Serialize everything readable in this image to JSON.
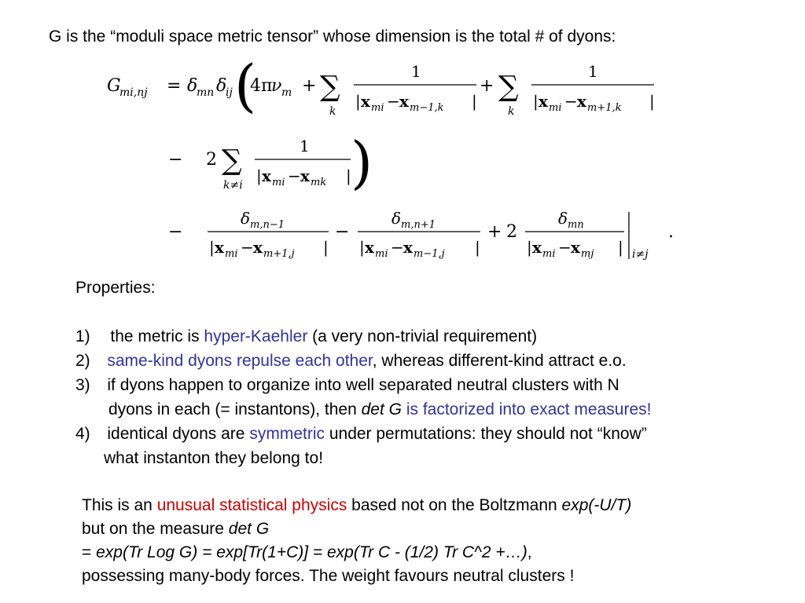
{
  "title": "G is the “moduli space metric tensor” whose dimension is the total  #  of dyons:",
  "properties_heading": "Properties:",
  "properties": [
    {
      "number": "1)",
      "pre": "the metric is ",
      "highlight": "hyper-Kaehler",
      "post": " (a very non-trivial requirement)"
    },
    {
      "number": "2)",
      "pre": "",
      "highlight": "same-kind dyons repulse each other",
      "post": ", whereas different-kind attract e.o."
    },
    {
      "number": "3)",
      "pre": "if dyons happen to organize into well separated neutral clusters with N",
      "line2_pre": "dyons in each (= instantons),  then ",
      "line2_italic": "det G",
      "line2_highlight": " is factorized into exact measures!"
    },
    {
      "number": "4)",
      "pre": "identical dyons are ",
      "highlight": "symmetric",
      "post": " under permutations: they should not “know”",
      "line2": "what instanton they belong to!"
    }
  ],
  "closing": {
    "l1_pre": "This is an ",
    "l1_red": "unusual statistical physics",
    "l1_mid": " based not on the Boltzmann ",
    "l1_italic": "exp(-U/T)",
    "l2_pre": "but on the measure ",
    "l2_italic": "det G",
    "l3_pre": "= ",
    "l3_italic": "exp(Tr Log G) = exp[Tr(1+C)] = exp(Tr C - (1/2) Tr C^2 +…)",
    "l3_post": ",",
    "l4": "possessing many-body forces. The weight favours neutral clusters !"
  },
  "equation": {
    "lhs_G": "G",
    "lhs_sub": "mi,nj",
    "eq_sign": "=",
    "delta": "δ",
    "sub_mn": "mn",
    "sub_ij": "ij",
    "four_pi": "4π",
    "nu": "ν",
    "sub_m": "m",
    "plus": "+",
    "minus": "−",
    "sum": "∑",
    "k": "k",
    "k_ne_i": "k≠i",
    "one": "1",
    "two": "2",
    "x": "x",
    "sub_mi": "mi",
    "sub_m_minus_1_k": "m−1,k",
    "sub_m_plus_1_k": "m+1,k",
    "sub_mk": "mk",
    "sub_m_n_minus_1": "m,n−1",
    "sub_m_n_plus_1": "m,n+1",
    "sub_m_plus_1_j": "m+1,j",
    "sub_m_minus_1_j": "m−1,j",
    "sub_mj": "mj",
    "i_ne_j": "i≠j",
    "bar": "|",
    "lparen": "(",
    "rparen": ")",
    "period": "."
  }
}
